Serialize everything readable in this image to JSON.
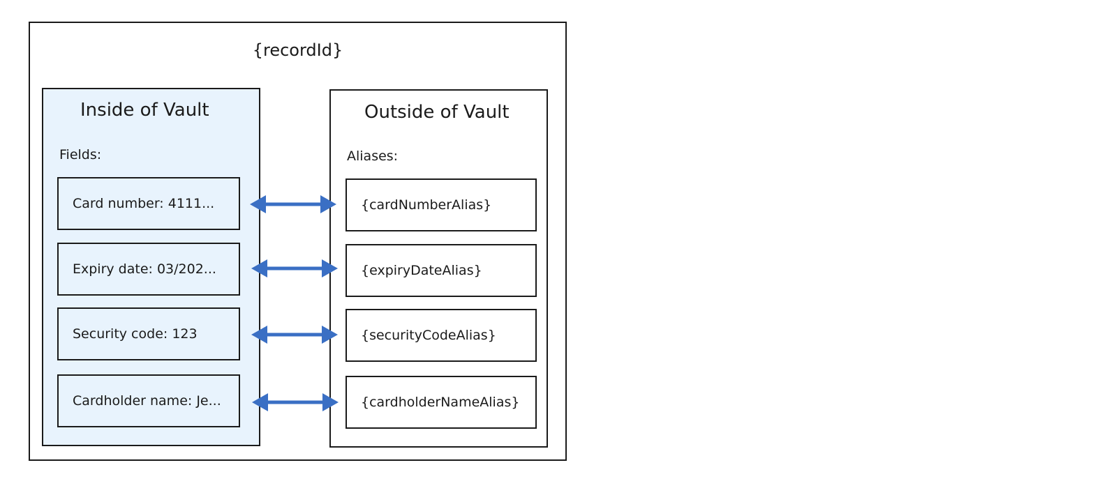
{
  "record": {
    "title": "{recordId}"
  },
  "inside": {
    "title": "Inside of Vault",
    "section_label": "Fields:",
    "items": [
      {
        "label": "Card number: 4111..."
      },
      {
        "label": "Expiry date: 03/202..."
      },
      {
        "label": "Security code: 123"
      },
      {
        "label": "Cardholder name: Je..."
      }
    ]
  },
  "outside": {
    "title": "Outside of Vault",
    "section_label": "Aliases:",
    "items": [
      {
        "label": "{cardNumberAlias}"
      },
      {
        "label": "{expiryDateAlias}"
      },
      {
        "label": "{securityCodeAlias}"
      },
      {
        "label": "{cardholderNameAlias}"
      }
    ]
  },
  "colors": {
    "inside_fill": "#e8f3fd",
    "arrow": "#3a6fc4",
    "border": "#1a1a1a"
  }
}
